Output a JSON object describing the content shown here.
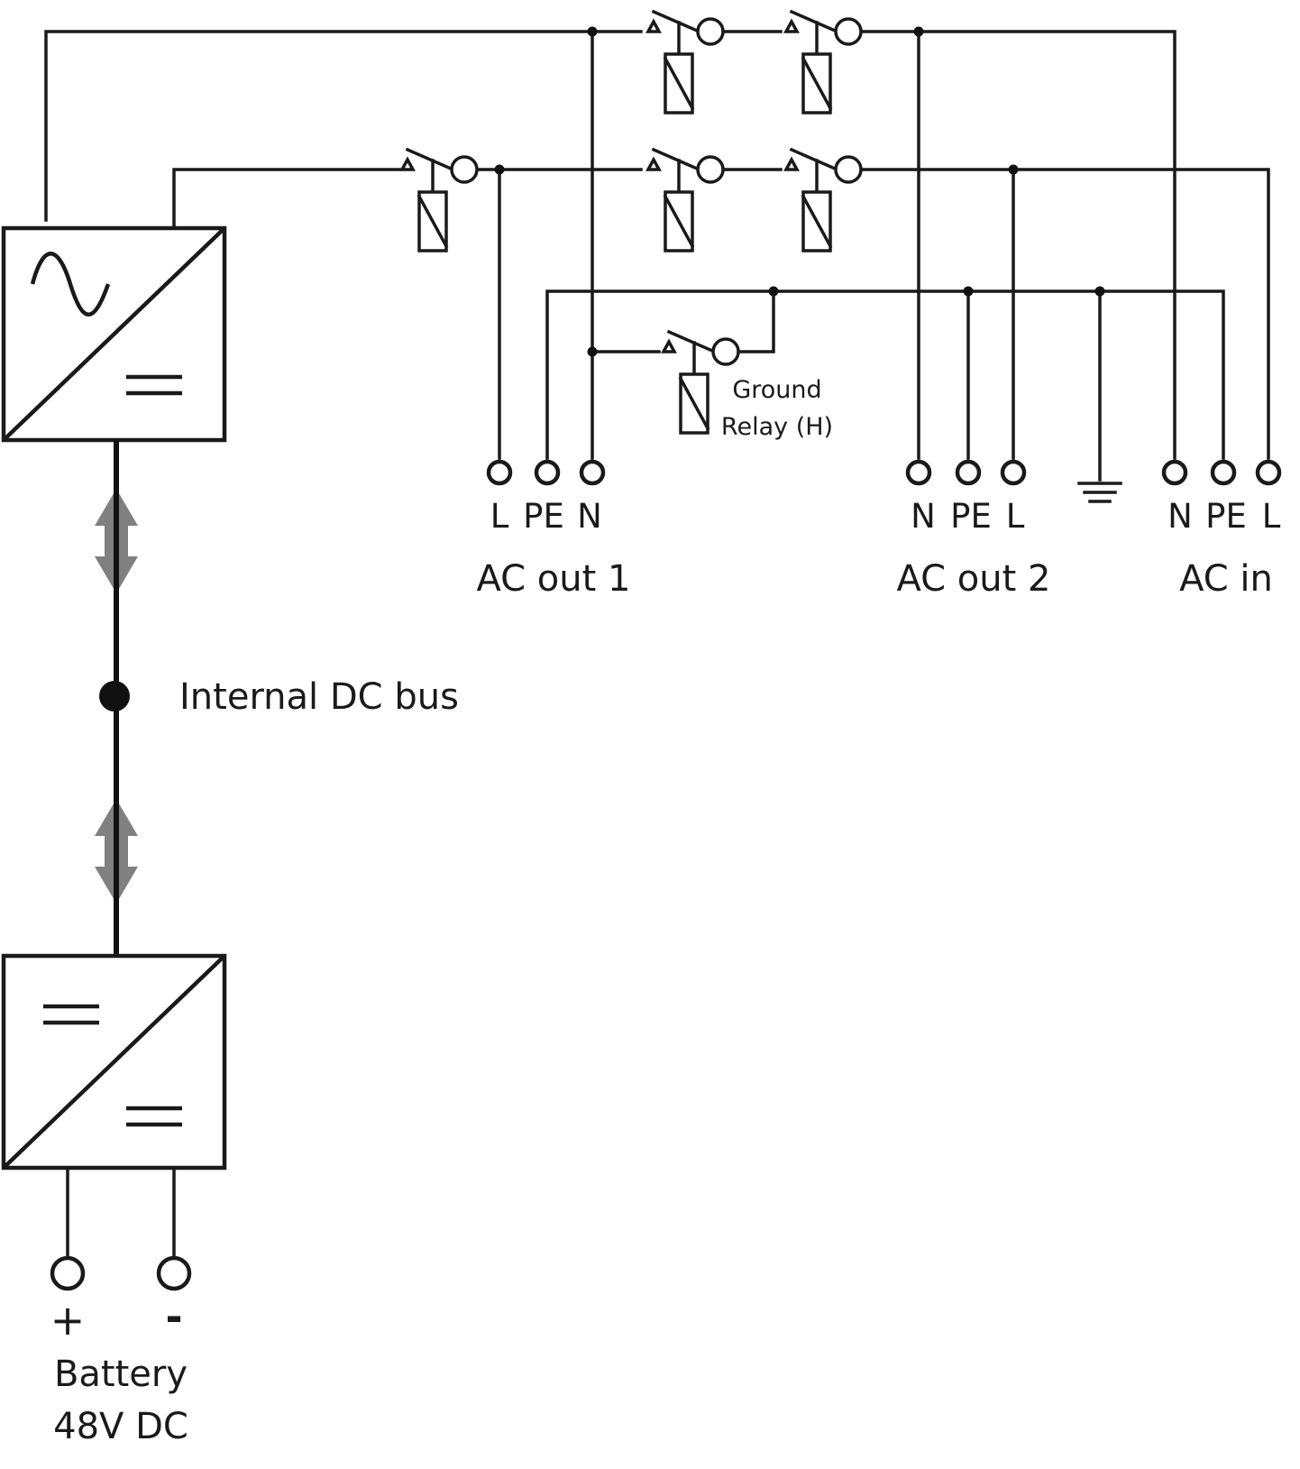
{
  "labels": {
    "ac_out_1": "AC out 1",
    "ac_out_2": "AC out 2",
    "ac_in": "AC in",
    "internal_dc_bus": "Internal DC bus",
    "ground_relay_line1": "Ground",
    "ground_relay_line2": "Relay (H)",
    "battery_line1": "Battery",
    "battery_line2": "48V DC",
    "battery_plus": "+",
    "battery_minus": "-"
  },
  "terminals": {
    "ac_out_1": [
      "L",
      "PE",
      "N"
    ],
    "ac_out_2": [
      "N",
      "PE",
      "L"
    ],
    "ac_in": [
      "N",
      "PE",
      "L"
    ]
  },
  "colors": {
    "line": "#1a1a1a",
    "arrow": "#808080"
  }
}
